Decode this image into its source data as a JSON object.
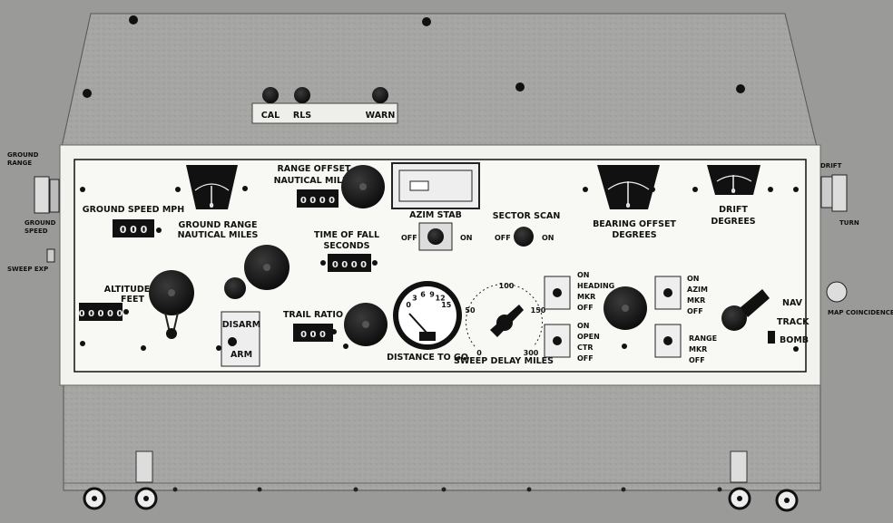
{
  "top_panel": {
    "cal": "CAL",
    "rls": "RLS",
    "warn": "WARN"
  },
  "side_left": {
    "ground_range": [
      "GROUND",
      "RANGE"
    ],
    "ground_speed": [
      "GROUND",
      "SPEED"
    ],
    "sweep_exp": "SWEEP EXP"
  },
  "side_right": {
    "drift": "DRIFT",
    "turn": "TURN",
    "map_coincidence": "MAP COINCIDENCE"
  },
  "labels": {
    "ground_speed_mph": "GROUND SPEED MPH",
    "ground_range": [
      "GROUND RANGE",
      "NAUTICAL MILES"
    ],
    "range_offset": [
      "RANGE OFFSET",
      "NAUTICAL MILES"
    ],
    "time_of_fall": [
      "TIME OF FALL",
      "SECONDS"
    ],
    "azim_stab": "AZIM STAB",
    "sector_scan": "SECTOR SCAN",
    "bearing_offset": [
      "BEARING OFFSET",
      "DEGREES"
    ],
    "drift_degrees": [
      "DRIFT",
      "DEGREES"
    ],
    "altitude": [
      "ALTITUDE",
      "FEET"
    ],
    "disarm": "DISARM",
    "arm": "ARM",
    "trail_ratio": "TRAIL RATIO",
    "distance_to_go": "DISTANCE TO GO",
    "sweep_delay": "SWEEP DELAY MILES",
    "off": "OFF",
    "on": "ON",
    "heading_switch": [
      "ON",
      "HEADING",
      "MKR",
      "OFF"
    ],
    "open_ctr_switch": [
      "ON",
      "OPEN",
      "CTR",
      "OFF"
    ],
    "azim_mkr_switch": [
      "ON",
      "AZIM",
      "MKR",
      "OFF"
    ],
    "range_mkr_switch": [
      "RANGE",
      "MKR",
      "OFF"
    ],
    "mode_positions": [
      "NAV",
      "TRACK",
      "BOMB"
    ]
  },
  "readouts": {
    "ground_speed": "0 0 0",
    "range_offset": "0 0 0 0",
    "time_of_fall": "0 0 0 0",
    "altitude": "0 0 0 0 0",
    "trail_ratio": "0 0 0"
  },
  "meters": {
    "ground_range": {
      "center_label": "0"
    },
    "bearing_offset": {
      "center_label": "0"
    },
    "drift": {
      "center_label": "0"
    }
  },
  "distance_to_go": {
    "ticks": [
      "0",
      "3",
      "6",
      "9",
      "12",
      "15"
    ]
  },
  "sweep_delay": {
    "ticks": [
      "0",
      "50",
      "100",
      "150",
      "300"
    ]
  }
}
